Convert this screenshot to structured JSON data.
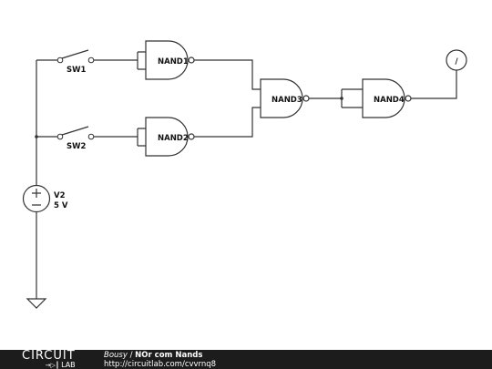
{
  "labels": {
    "sw1": "SW1",
    "sw2": "SW2",
    "nand1": "NAND1",
    "nand2": "NAND2",
    "nand3": "NAND3",
    "nand4": "NAND4",
    "source_name": "V2",
    "source_value": "5 V",
    "meter_symbol": "/"
  },
  "footer": {
    "logo_main": "CIRCUIT",
    "logo_sub": "LAB",
    "author": "Bousy",
    "separator": " / ",
    "title": "NOr com Nands",
    "url": "http://circuitlab.com/cvvrnq8"
  }
}
